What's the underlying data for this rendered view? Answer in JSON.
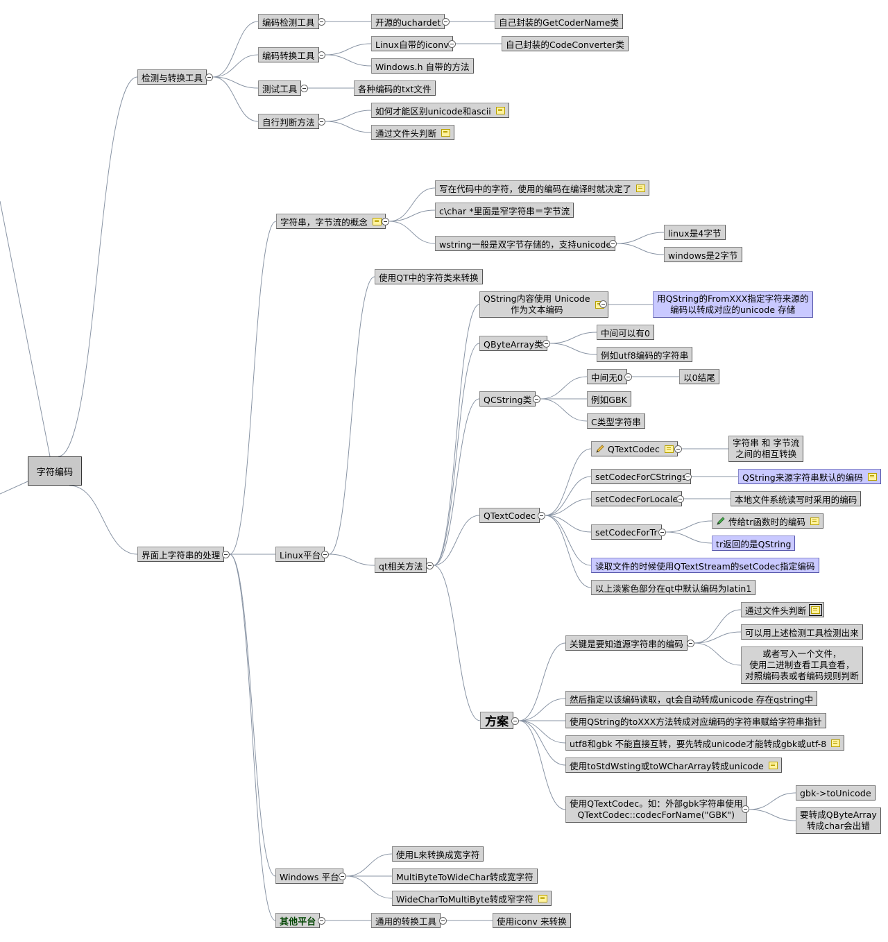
{
  "mindmap": {
    "root": "字符编码",
    "detect": {
      "label": "检测与转换工具",
      "detect_tool": "编码检测工具",
      "uchardet": "开源的uchardet",
      "get_coder_name": "自己封装的GetCoderName类",
      "convert_tool": "编码转换工具",
      "linux_iconv": "Linux自带的iconv",
      "code_converter": "自己封装的CodeConverter类",
      "windows_h": "Windows.h 自带的方法",
      "test_tool": "测试工具",
      "txt_files": "各种编码的txt文件",
      "self_judge": "自行判断方法",
      "unicode_ascii": "如何才能区别unicode和ascii",
      "file_header": "通过文件头判断"
    },
    "ui": {
      "label": "界面上字符串的处理",
      "concept": {
        "label": "字符串，字节流的概念",
        "compile_time": "写在代码中的字符，使用的编码在编译时就决定了",
        "char_ptr": "c\\char *里面是窄字符串＝字节流",
        "wstring": "wstring一般是双字节存储的，支持unicode",
        "linux_4": "linux是4字节",
        "windows_2": "windows是2字节"
      },
      "linux": {
        "label": "Linux平台",
        "use_qt": "使用QT中的字符类来转换",
        "qt_methods": {
          "label": "qt相关方法",
          "qstring_l1": "QString内容使用 Unicode",
          "qstring_l2": "作为文本编码",
          "fromxxx_l1": "用QString的FromXXX指定字符来源的",
          "fromxxx_l2": "编码以转成对应的unicode 存储",
          "qbytearray": "QByteArray类",
          "can_have_0": "中间可以有0",
          "utf8_example": "例如utf8编码的字符串",
          "qcstring": "QCString类",
          "no_0": "中间无0",
          "ends_0": "以0结尾",
          "gbk_example": "例如GBK",
          "c_string": "C类型字符串",
          "qtextcodec": "QTextCodec",
          "codec": {
            "label": "QTextCodec",
            "conv_l1": "字符串 和 字节流",
            "conv_l2": "之间的相互转换",
            "set_cstrings": "setCodecForCStrings",
            "default_source": "QString来源字符串默认的编码",
            "set_locale": "setCodecForLocale",
            "local_fs": "本地文件系统读写时采用的编码",
            "set_tr": "setCodecForTr",
            "tr_param": "传给tr函数时的编码",
            "tr_return": "tr返回的是QString",
            "read_file": "读取文件的时候使用QTextStream的setCodec指定编码",
            "latin1": "以上淡紫色部分在qt中默认编码为latin1"
          },
          "plan": {
            "label": "方案",
            "key": "关键是要知道源字符串的编码",
            "by_header": "通过文件头判断",
            "by_tool": "可以用上述检测工具检测出来",
            "or_l1": "或者写入一个文件，",
            "or_l2": "使用二进制查看工具查看，",
            "or_l3": "对照编码表或者编码规则判断",
            "then_read": "然后指定以该编码读取，qt会自动转成unicode 存在qstring中",
            "toxxx": "使用QString的toXXX方法转成对应编码的字符串赋给字符串指针",
            "utf8_gbk": "utf8和gbk 不能直接互转，要先转成unicode才能转成gbk或utf-8",
            "tostd": "使用toStdWsting或toWCharArray转成unicode",
            "use_codec_l1": "使用QTextCodec。如：外部gbk字符串使用",
            "use_codec_l2": "QTextCodec::codecForName(\"GBK\")",
            "gbk_to_unicode": "gbk->toUnicode",
            "qba_l1": "要转成QByteArray",
            "qba_l2": "转成char会出错"
          }
        }
      },
      "windows": {
        "label": "Windows 平台",
        "use_l": "使用L来转换成宽字符",
        "mb2wc": "MultiByteToWideChar转成宽字符",
        "wc2mb": "WideCharToMultiByte转成窄字符"
      },
      "other": {
        "label": "其他平台",
        "general_tool": "通用的转换工具",
        "use_iconv": "使用iconv 来转换"
      }
    }
  }
}
